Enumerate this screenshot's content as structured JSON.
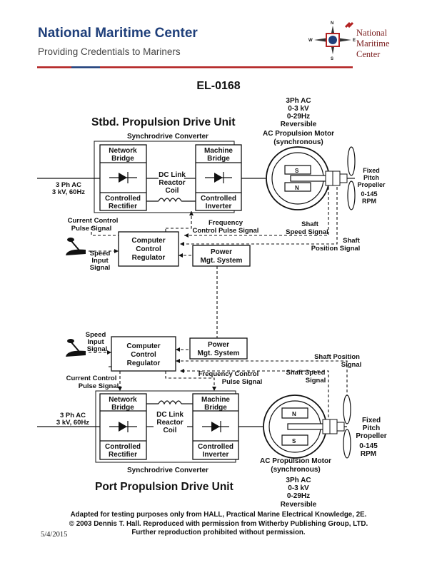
{
  "header": {
    "title": "National Maritime Center",
    "subtitle": "Providing Credentials to Mariners",
    "logo_lines": [
      "National",
      "Maritime",
      "Center"
    ],
    "compass": [
      "N",
      "S",
      "E",
      "W"
    ],
    "colors": {
      "title": "#1f3f7a",
      "rule_red": "#b22222",
      "rule_blue": "#1f3f7a"
    }
  },
  "doc_code": "EL-0168",
  "stbd": {
    "title": "Stbd. Propulsion Drive Unit",
    "motor_spec": [
      "3Ph AC",
      "0-3 kV",
      "0-29Hz",
      "Reversible",
      "AC Propulsion Motor",
      "(synchronous)"
    ],
    "converter": "Synchrodrive Converter",
    "network_bridge": [
      "Network",
      "Bridge"
    ],
    "controlled_rectifier": [
      "Controlled",
      "Rectifier"
    ],
    "machine_bridge": [
      "Machine",
      "Bridge"
    ],
    "controlled_inverter": [
      "Controlled",
      "Inverter"
    ],
    "dc_link": [
      "DC Link",
      "Reactor",
      "Coil"
    ],
    "supply": [
      "3 Ph AC",
      "3 kV, 60Hz"
    ],
    "propeller": [
      "Fixed",
      "Pitch",
      "Propeller"
    ],
    "rpm": [
      "0-145",
      "RPM"
    ],
    "current_control": [
      "Current Control",
      "Pulse Signal"
    ],
    "frequency_control": [
      "Frequency",
      "Control Pulse Signal"
    ],
    "shaft_speed": [
      "Shaft",
      "Speed Signal"
    ],
    "shaft_position": [
      "Shaft",
      "Position Signal"
    ],
    "speed_input": [
      "Speed",
      "Input",
      "Signal"
    ],
    "computer": [
      "Computer",
      "Control",
      "Regulator"
    ],
    "power": [
      "Power",
      "Mgt. System"
    ],
    "pole_top": "S",
    "pole_bottom": "N"
  },
  "port": {
    "title": "Port Propulsion Drive Unit",
    "motor_spec": [
      "AC Propulsion Motor",
      "(synchronous)",
      "3Ph AC",
      "0-3 kV",
      "0-29Hz",
      "Reversible"
    ],
    "converter": "Synchrodrive Converter",
    "network_bridge": [
      "Network",
      "Bridge"
    ],
    "controlled_rectifier": [
      "Controlled",
      "Rectifier"
    ],
    "machine_bridge": [
      "Machine",
      "Bridge"
    ],
    "controlled_inverter": [
      "Controlled",
      "Inverter"
    ],
    "dc_link": [
      "DC Link",
      "Reactor",
      "Coil"
    ],
    "supply": [
      "3 Ph AC",
      "3 kV, 60Hz"
    ],
    "propeller": [
      "Fixed",
      "Pitch",
      "Propeller"
    ],
    "rpm": [
      "0-145",
      "RPM"
    ],
    "current_control": [
      "Current Control",
      "Pulse Signal"
    ],
    "frequency_control": [
      "Frequency Control",
      "Pulse Signal"
    ],
    "shaft_speed": [
      "Shaft Speed",
      "Signal"
    ],
    "shaft_position": [
      "Shaft Position",
      "Signal"
    ],
    "speed_input": [
      "Speed",
      "Input",
      "Signal"
    ],
    "computer": [
      "Computer",
      "Control",
      "Regulator"
    ],
    "power": [
      "Power",
      "Mgt. System"
    ],
    "pole_top": "N",
    "pole_bottom": "S"
  },
  "footer": {
    "lines": [
      "Adapted for testing purposes only from HALL, Practical Marine Electrical Knowledge, 2E.",
      "© 2003 Dennis T. Hall. Reproduced with permission from Witherby Publishing Group, LTD.",
      "Further reproduction prohibited without permission."
    ],
    "date": "5/4/2015"
  }
}
